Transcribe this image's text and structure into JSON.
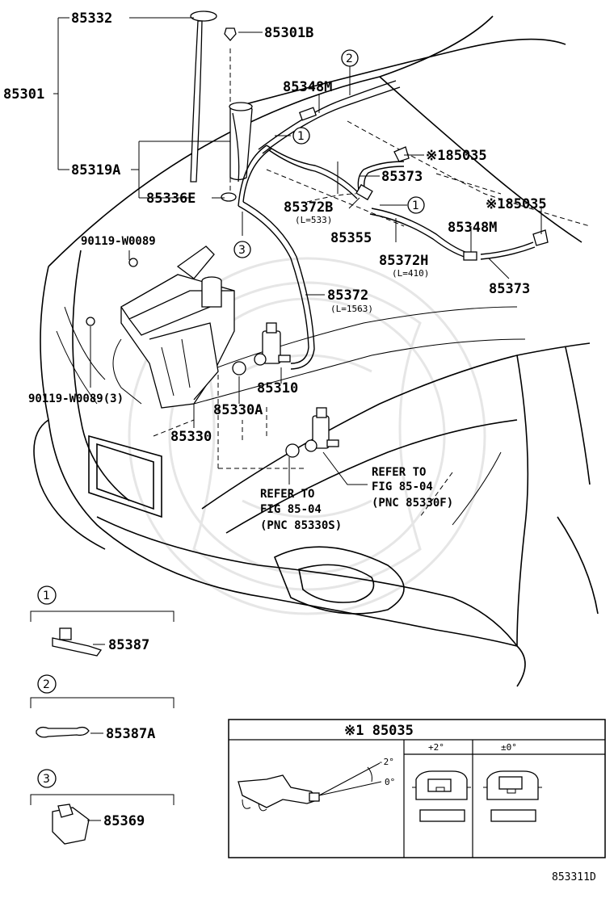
{
  "labels": {
    "p85332": "85332",
    "p85301B": "85301B",
    "p85301": "85301",
    "p85348M_top": "85348M",
    "p85319A": "85319A",
    "p85336E": "85336E",
    "p85372B": "85372B",
    "p85372B_len": "(L=533)",
    "p85355": "85355",
    "p85373_top": "85373",
    "p85035_top": "※185035",
    "p85035_mid": "※185035",
    "p85348M_mid": "85348M",
    "p85372H": "85372H",
    "p85372H_len": "(L=410)",
    "p85373_mid": "85373",
    "p90119_a": "90119-W0089",
    "p85372": "85372",
    "p85372_len": "(L=1563)",
    "p85310": "85310",
    "p90119_b": "90119-W0089(3)",
    "p85330A": "85330A",
    "p85330": "85330",
    "refer_right_1": "REFER TO",
    "refer_right_2": "FIG 85-04",
    "refer_right_3": "(PNC 85330F)",
    "refer_left_1": "REFER TO",
    "refer_left_2": "FIG 85-04",
    "refer_left_3": "(PNC 85330S)",
    "p85387": "85387",
    "p85387A": "85387A",
    "p85369": "85369",
    "circle_1": "1",
    "circle_2": "2",
    "circle_3": "3",
    "callout_1": "1",
    "callout_2": "2",
    "callout_3": "3",
    "inset_title": "※1 85035",
    "inset_plus2": "+2°",
    "inset_pm0": "±0°",
    "angle_neg2": "-2°",
    "angle_0": "0°",
    "figure_code": "853311D"
  }
}
